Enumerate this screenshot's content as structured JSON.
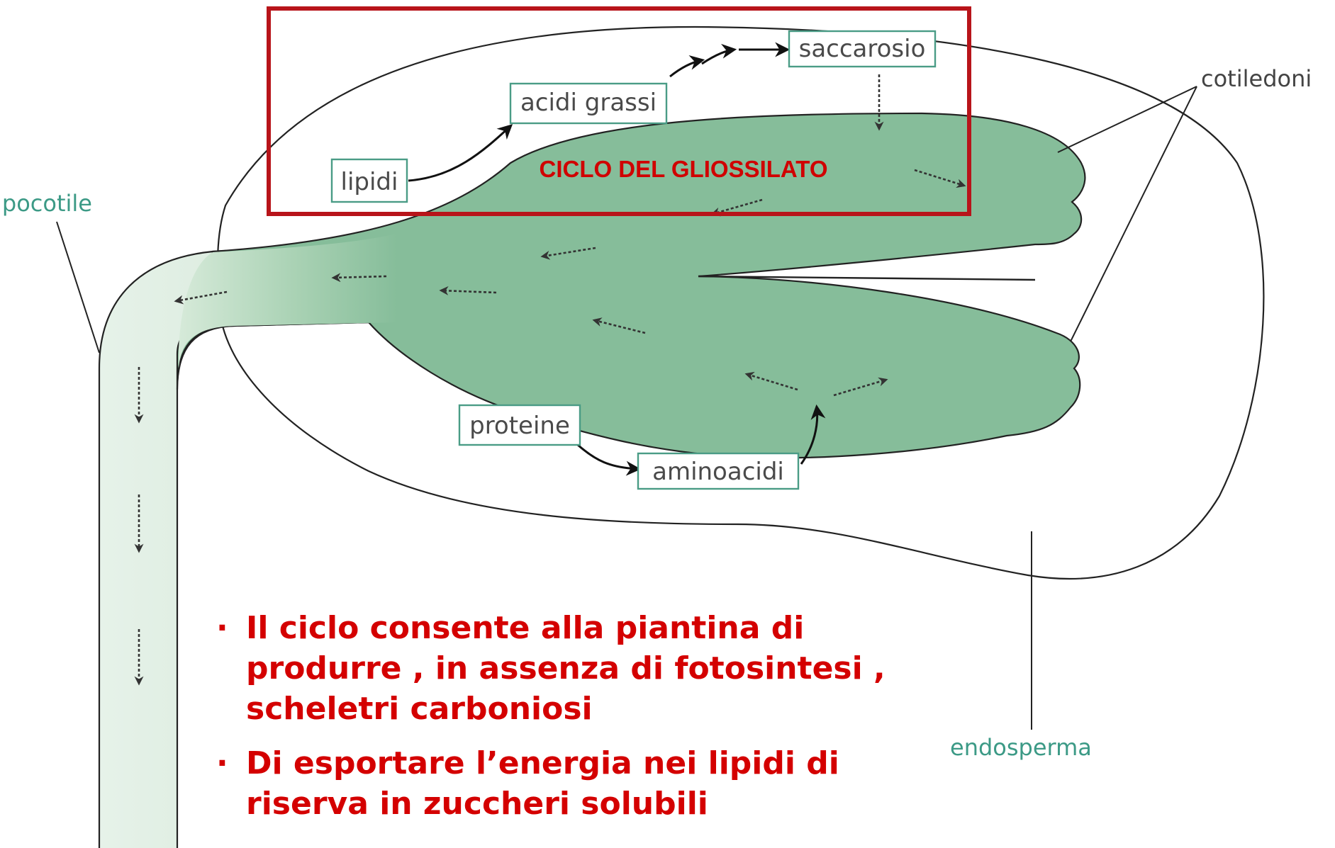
{
  "diagram": {
    "cycle_title": "CICLO DEL GLIOSSILATO",
    "boxes": {
      "lipidi": "lipidi",
      "acidi_grassi": "acidi grassi",
      "saccarosio": "saccarosio",
      "proteine": "proteine",
      "aminoacidi": "aminoacidi"
    },
    "labels": {
      "cotiledoni": "cotiledoni",
      "ipocotile": "ipocotile",
      "endosperma": "endosperma"
    },
    "colors": {
      "cotyledon_fill": "#86bd9a",
      "stem_fill": "#dfeee3",
      "highlight_frame": "#b8141a",
      "box_border": "#4a9c86",
      "label_teal": "#3c9a86",
      "text_red": "#d40000"
    }
  },
  "bullets": [
    "Il ciclo consente alla piantina di  produrre , in assenza di fotosintesi , scheletri carboniosi",
    "Di esportare l’energia nei lipidi di riserva in zuccheri solubili"
  ]
}
